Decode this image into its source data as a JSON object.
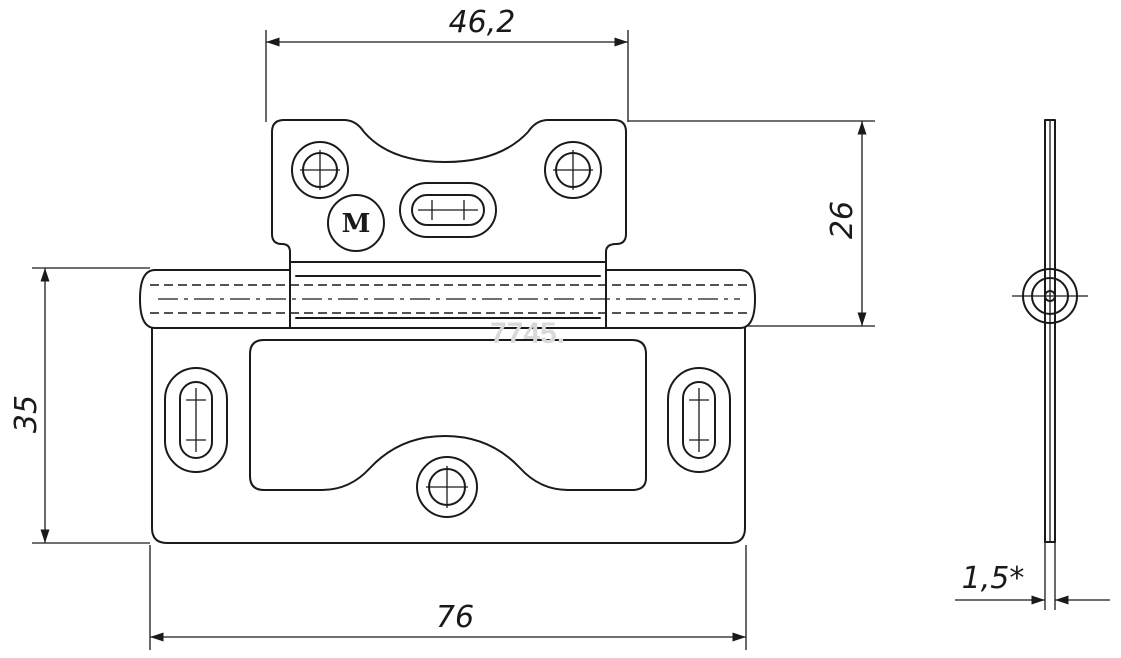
{
  "dimensions": {
    "top_width": "46,2",
    "upper_height": "26",
    "leaf_height": "35",
    "total_width": "76",
    "thickness": "1,5*"
  },
  "logo_text": "M",
  "watermark": "7745."
}
